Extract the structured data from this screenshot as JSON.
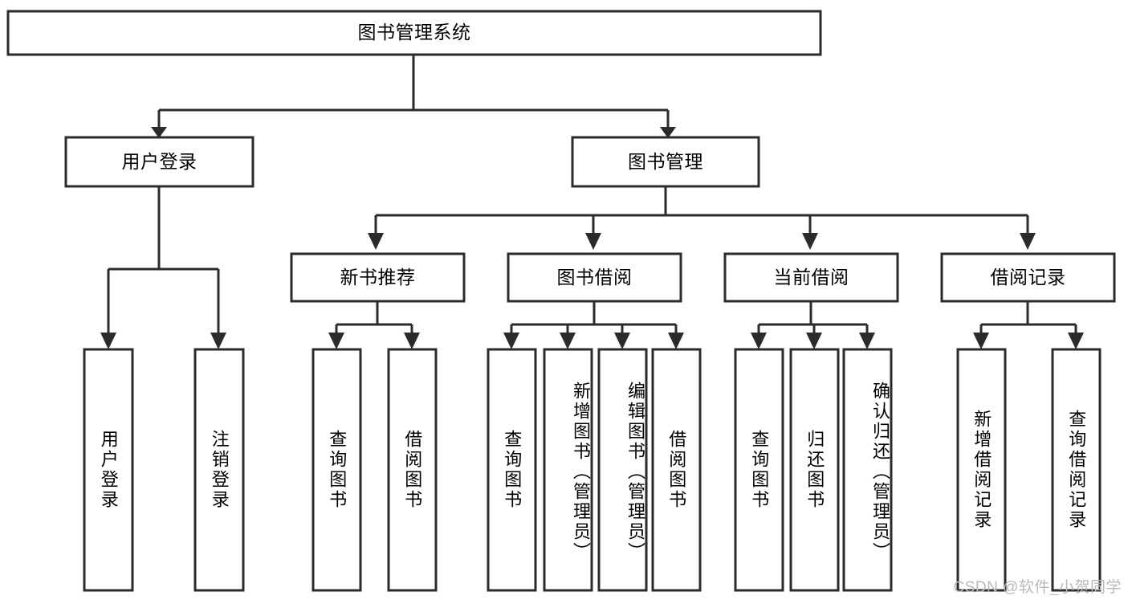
{
  "diagram": {
    "title_node": {
      "label": "图书管理系统"
    },
    "level2": [
      {
        "id": "user-login",
        "label": "用户登录"
      },
      {
        "id": "book-management",
        "label": "图书管理"
      }
    ],
    "level3": [
      {
        "id": "new-book-recommend",
        "label": "新书推荐"
      },
      {
        "id": "book-borrow",
        "label": "图书借阅"
      },
      {
        "id": "current-borrow",
        "label": "当前借阅"
      },
      {
        "id": "borrow-record",
        "label": "借阅记录"
      }
    ],
    "leaves": [
      {
        "id": "leaf-user-login",
        "label": "用户登录"
      },
      {
        "id": "leaf-logout-login",
        "label": "注销登录"
      },
      {
        "id": "leaf-query-book-1",
        "label": "查询图书"
      },
      {
        "id": "leaf-borrow-book-1",
        "label": "借阅图书"
      },
      {
        "id": "leaf-query-book-2",
        "label": "查询图书"
      },
      {
        "id": "leaf-add-book-admin",
        "label": "新增图书（管理员）"
      },
      {
        "id": "leaf-edit-book-admin",
        "label": "编辑图书（管理员）"
      },
      {
        "id": "leaf-borrow-book-2",
        "label": "借阅图书"
      },
      {
        "id": "leaf-query-book-3",
        "label": "查询图书"
      },
      {
        "id": "leaf-return-book",
        "label": "归还图书"
      },
      {
        "id": "leaf-confirm-return-admin",
        "label": "确认归还（管理员）"
      },
      {
        "id": "leaf-add-borrow-record",
        "label": "新增借阅记录"
      },
      {
        "id": "leaf-query-borrow-record",
        "label": "查询借阅记录"
      }
    ],
    "watermark": "CSDN @软件_小贺同学",
    "colors": {
      "stroke": "#2b2b2b",
      "fill": "#ffffff",
      "text": "#000000",
      "watermark": "#b9b9b9"
    }
  }
}
